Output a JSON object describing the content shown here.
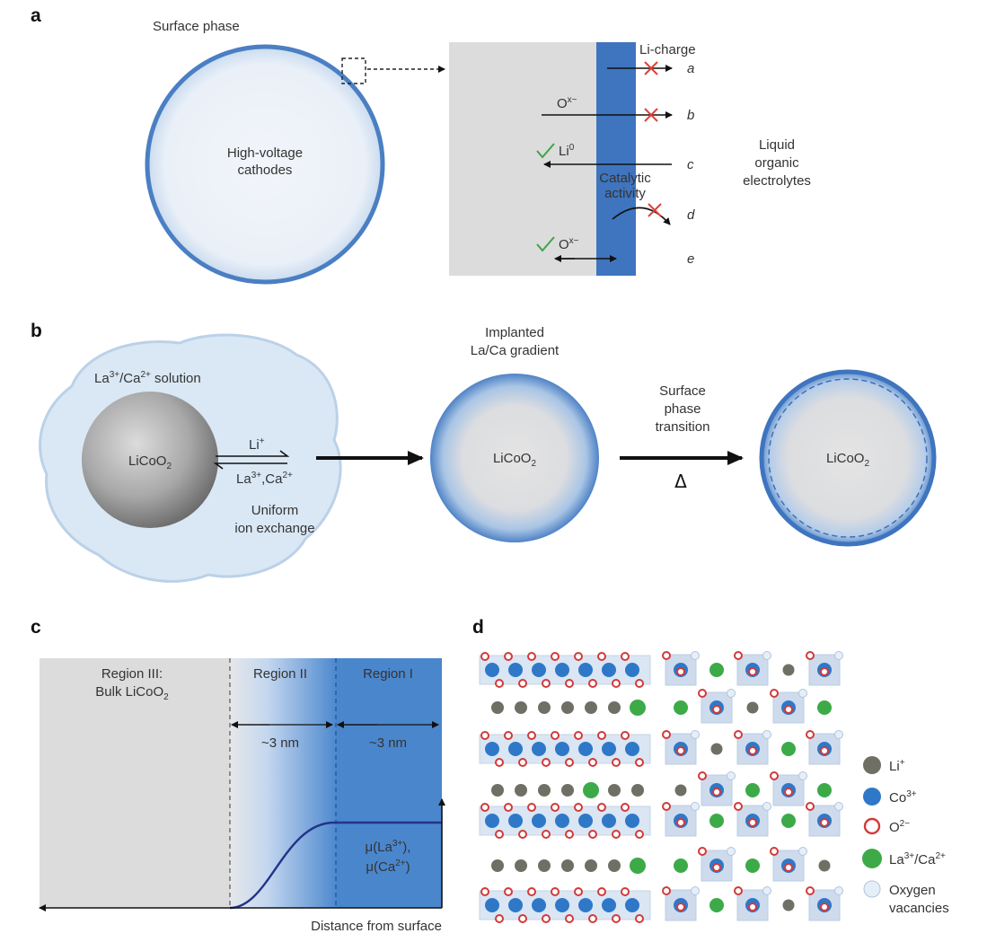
{
  "panels": {
    "a": "a",
    "b": "b",
    "c": "c",
    "d": "d"
  },
  "panel_a": {
    "surface_phase": "Surface phase",
    "particle_line1": "High-voltage",
    "particle_line2": "cathodes",
    "li_charge": "Li-charge",
    "o_label": "O",
    "o_sup": "x−",
    "li_label": "Li",
    "li_sup": "0",
    "catalytic_line1": "Catalytic",
    "catalytic_line2": "activity",
    "o2_label": "O",
    "o2_sup": "x−",
    "paths": [
      "a",
      "b",
      "c",
      "d",
      "e"
    ],
    "electrolyte_line1": "Liquid",
    "electrolyte_line2": "organic",
    "electrolyte_line3": "electrolytes"
  },
  "panel_b": {
    "solution_main": "La",
    "solution_sup1": "3+",
    "solution_mid": "/Ca",
    "solution_sup2": "2+",
    "solution_tail": " solution",
    "licoo2_main": "LiCoO",
    "licoo2_sub": "2",
    "li_plus": "Li",
    "li_plus_sup": "+",
    "la_main": "La",
    "la_sup": "3+",
    "ca_main": ",Ca",
    "ca_sup": "2+",
    "uniform_line1": "Uniform",
    "uniform_line2": "ion exchange",
    "implanted_line1": "Implanted",
    "implanted_line2": "La/Ca gradient",
    "transition_line1": "Surface",
    "transition_line2": "phase",
    "transition_line3": "transition",
    "delta": "Δ"
  },
  "panel_c": {
    "region3_line1": "Region III:",
    "region3_line2_main": "Bulk LiCoO",
    "region3_line2_sub": "2",
    "region2": "Region II",
    "region1": "Region I",
    "width_ii": "~3 nm",
    "width_i": "~3 nm",
    "mu1_pre": "μ(La",
    "mu1_sup": "3+",
    "mu1_post": "),",
    "mu2_pre": "μ(Ca",
    "mu2_sup": "2+",
    "mu2_post": ")",
    "x_axis": "Distance from surface"
  },
  "panel_d": {
    "legend": [
      {
        "main": "Li",
        "sup": "+",
        "color": "#6f6f66"
      },
      {
        "main": "Co",
        "sup": "3+",
        "color": "#2f78c8"
      },
      {
        "main": "O",
        "sup": "2−",
        "color": "#d23a3a"
      },
      {
        "main": "La",
        "sup": "3+",
        "main2": "/Ca",
        "sup2": "2+",
        "color": "#3daa48"
      },
      {
        "main": "Oxygen",
        "main_line2": "vacancies",
        "color": "#e6eef8"
      }
    ]
  },
  "colors": {
    "surface_blue": "#3f74bf",
    "light_blue": "#cfe0f3",
    "gray": "#dcdcdc"
  }
}
